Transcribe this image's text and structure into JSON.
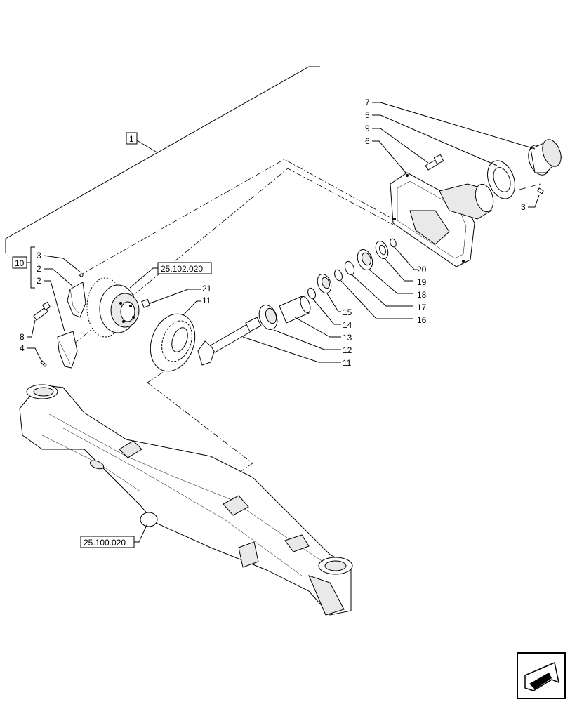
{
  "callouts": {
    "c1": "1",
    "c10": "10",
    "c3a": "3",
    "c2a": "2",
    "c2b": "2",
    "c8": "8",
    "c4": "4",
    "c21": "21",
    "c11a": "11",
    "c7": "7",
    "c5": "5",
    "c9": "9",
    "c6": "6",
    "c3b": "3",
    "c20": "20",
    "c19": "19",
    "c18": "18",
    "c17": "17",
    "c16": "16",
    "c15": "15",
    "c14": "14",
    "c13": "13",
    "c12": "12",
    "c11b": "11"
  },
  "references": {
    "ref_differential": "25.102.020",
    "ref_axle": "25.100.020"
  },
  "nav": {
    "icon": "next-page-arrow-icon"
  }
}
